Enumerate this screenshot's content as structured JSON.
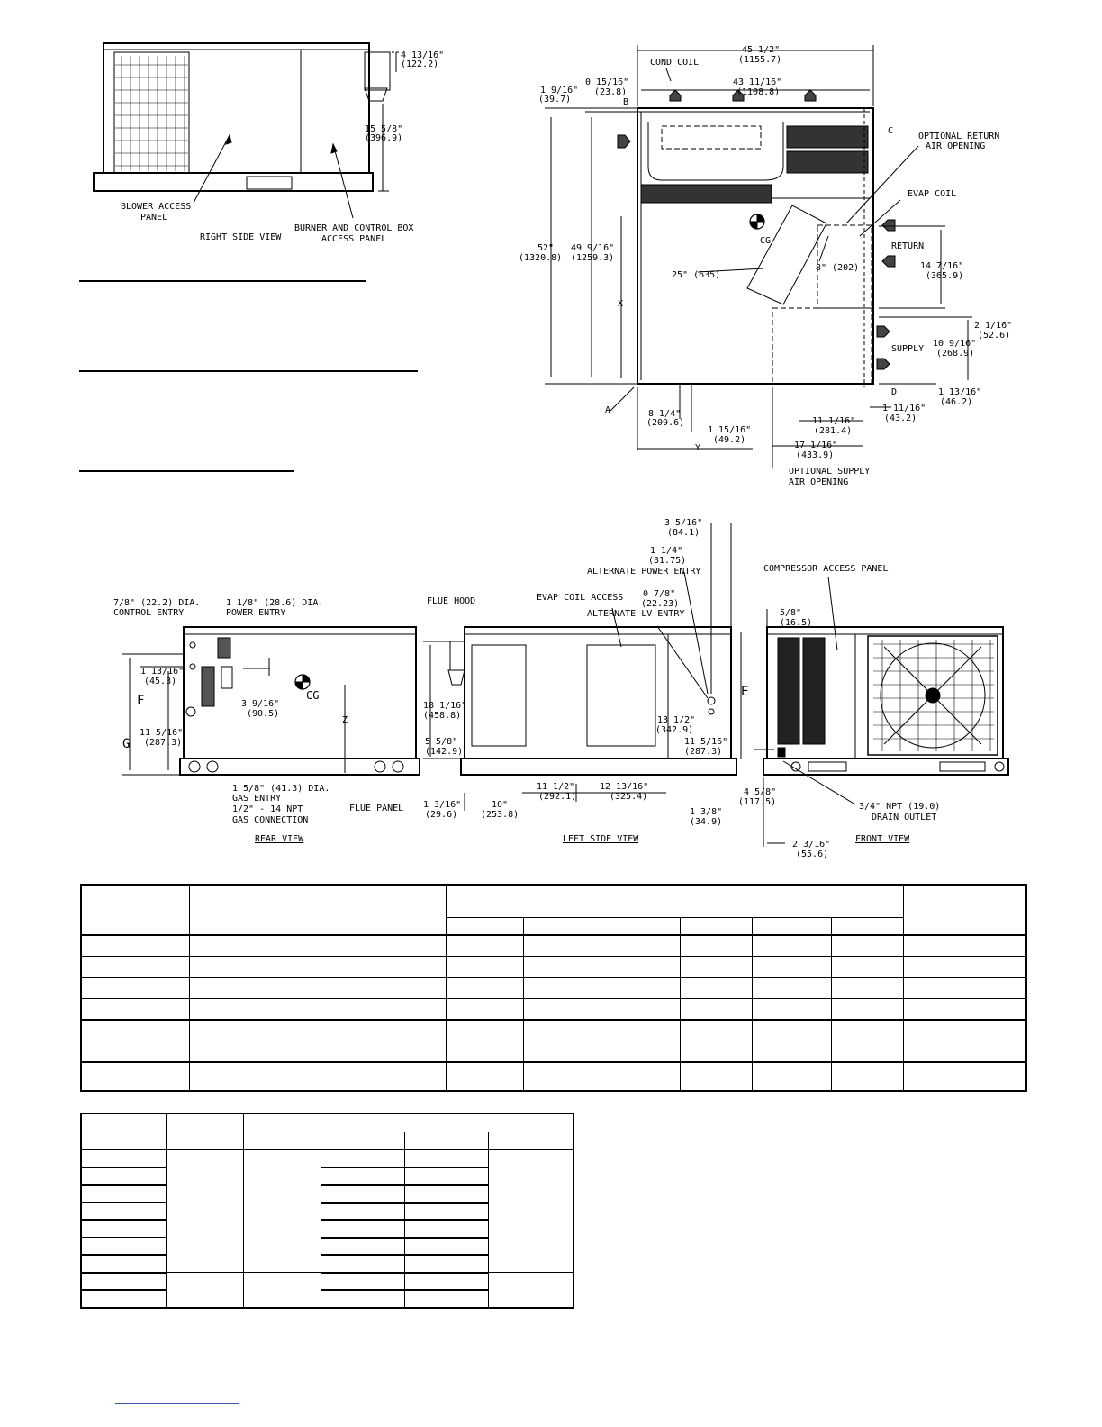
{
  "right_view": {
    "title": "RIGHT SIDE VIEW",
    "blower_access": "BLOWER ACCESS",
    "blower_panel": "PANEL",
    "burner_1": "BURNER AND CONTROL BOX",
    "burner_2": "ACCESS PANEL",
    "dim_top_a": "4 13/16\"",
    "dim_top_b": "(122.2)",
    "dim_side_a": "15 5/8\"",
    "dim_side_b": "(396.9)"
  },
  "top_view": {
    "w_total_a": "45 1/2\"",
    "w_total_b": "(1155.7)",
    "w_inner_a": "43 11/16\"",
    "w_inner_b": "(1108.8)",
    "off_a": "0 15/16\"",
    "off_b": "(23.8)",
    "cond_coil": "COND COIL",
    "left_off_a": "1 9/16\"",
    "left_off_b": "(39.7)",
    "h52_a": "52\"",
    "h52_b": "(1320.8)",
    "h49_a": "49 9/16\"",
    "h49_b": "(1259.3)",
    "x": "X",
    "y": "Y",
    "cg": "CG",
    "corner_a": "A",
    "corner_b": "B",
    "corner_c": "C",
    "corner_d": "D",
    "opt_return_1": "OPTIONAL RETURN",
    "opt_return_2": "AIR OPENING",
    "evap_coil": "EVAP COIL",
    "return": "RETURN",
    "supply": "SUPPLY",
    "d25": "25\" (635)",
    "d8": "8\" (202)",
    "r14_a": "14 7/16\"",
    "r14_b": "(365.9)",
    "r2_a": "2 1/16\"",
    "r2_b": "(52.6)",
    "r10_a": "10 9/16\"",
    "r10_b": "(268.9)",
    "r1_a": "1 13/16\"",
    "r1_b": "(46.2)",
    "b8_a": "8 1/4\"",
    "b8_b": "(209.6)",
    "b1_a": "1 15/16\"",
    "b1_b": "(49.2)",
    "b11_a": "11 1/16\"",
    "b11_b": "(281.4)",
    "b111_a": "1 11/16\"",
    "b111_b": "(43.2)",
    "b17_a": "17 1/16\"",
    "b17_b": "(433.9)",
    "opt_supply_1": "OPTIONAL SUPPLY",
    "opt_supply_2": "AIR OPENING"
  },
  "rear_view": {
    "title": "REAR VIEW",
    "control_1": "7/8\" (22.2) DIA.",
    "control_2": "CONTROL ENTRY",
    "power_1": "1 1/8\" (28.6) DIA.",
    "power_2": "POWER ENTRY",
    "d1_a": "1 13/16\"",
    "d1_b": "(45.3)",
    "d11_a": "11 5/16\"",
    "d11_b": "(287.3)",
    "d3_a": "3 9/16\"",
    "d3_b": "(90.5)",
    "f": "F",
    "g": "G",
    "z": "Z",
    "cg": "CG",
    "gas_1": "1 5/8\" (41.3) DIA.",
    "gas_2": "GAS ENTRY",
    "gas_3": "1/2\" - 14 NPT",
    "gas_4": "GAS CONNECTION",
    "flue_panel": "FLUE PANEL"
  },
  "left_view": {
    "title": "LEFT SIDE VIEW",
    "flue_hood": "FLUE HOOD",
    "evap_access": "EVAP COIL ACCESS",
    "alt_lv": "ALTERNATE LV ENTRY",
    "alt_power": "ALTERNATE POWER ENTRY",
    "d335_a": "3 5/16\"",
    "d335_b": "(84.1)",
    "d114_a": "1 1/4\"",
    "d114_b": "(31.75)",
    "d078_a": "0 7/8\"",
    "d078_b": "(22.23)",
    "d18_a": "18 1/16\"",
    "d18_b": "(458.8)",
    "d55_a": "5 5/8\"",
    "d55_b": "(142.9)",
    "d13_a": "13 1/2\"",
    "d13_b": "(342.9)",
    "d115_a": "11 5/16\"",
    "d115_b": "(287.3)",
    "d116_a": "1 3/16\"",
    "d116_b": "(29.6)",
    "d10_a": "10\"",
    "d10_b": "(253.8)",
    "d1112_a": "11 1/2\"",
    "d1112_b": "(292.1)",
    "d1213_a": "12 13/16\"",
    "d1213_b": "(325.4)",
    "d138_a": "1 3/8\"",
    "d138_b": "(34.9)",
    "e": "E"
  },
  "front_view": {
    "title": "FRONT VIEW",
    "compressor": "COMPRESSOR ACCESS PANEL",
    "d58_a": "5/8\"",
    "d58_b": "(16.5)",
    "d458_a": "4 5/8\"",
    "d458_b": "(117.5)",
    "d2316_a": "2 3/16\"",
    "d2316_b": "(55.6)",
    "drain_1": "3/4\" NPT (19.0)",
    "drain_2": "DRAIN OUTLET"
  }
}
